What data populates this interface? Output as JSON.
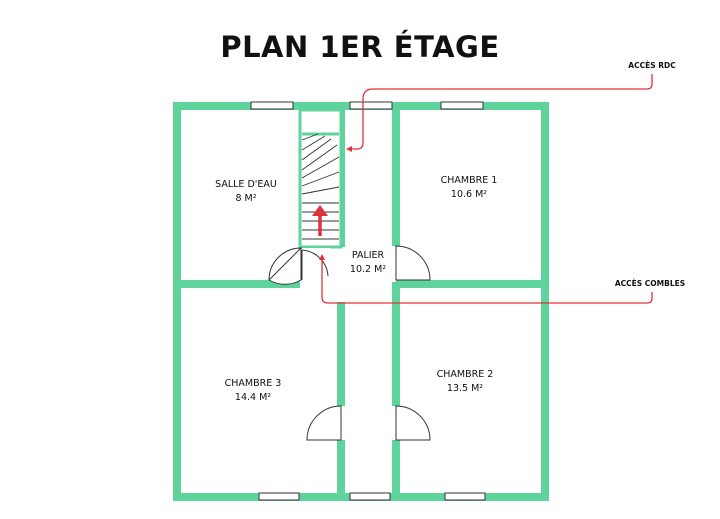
{
  "title": "PLAN 1ER ÉTAGE",
  "annotations": {
    "acces_rdc": "ACCÈS RDC",
    "acces_combles": "ACCÈS COMBLES"
  },
  "rooms": {
    "salle_deau": {
      "name": "SALLE D'EAU",
      "area": "8 M²"
    },
    "chambre1": {
      "name": "CHAMBRE 1",
      "area": "10.6 M²"
    },
    "palier": {
      "name": "PALIER",
      "area": "10.2 M²"
    },
    "chambre3": {
      "name": "CHAMBRE 3",
      "area": "14.4 M²"
    },
    "chambre2": {
      "name": "CHAMBRE 2",
      "area": "13.5 M²"
    }
  },
  "colors": {
    "wall": "#5fd39c",
    "arrow": "#e0323a",
    "line": "#333333"
  }
}
